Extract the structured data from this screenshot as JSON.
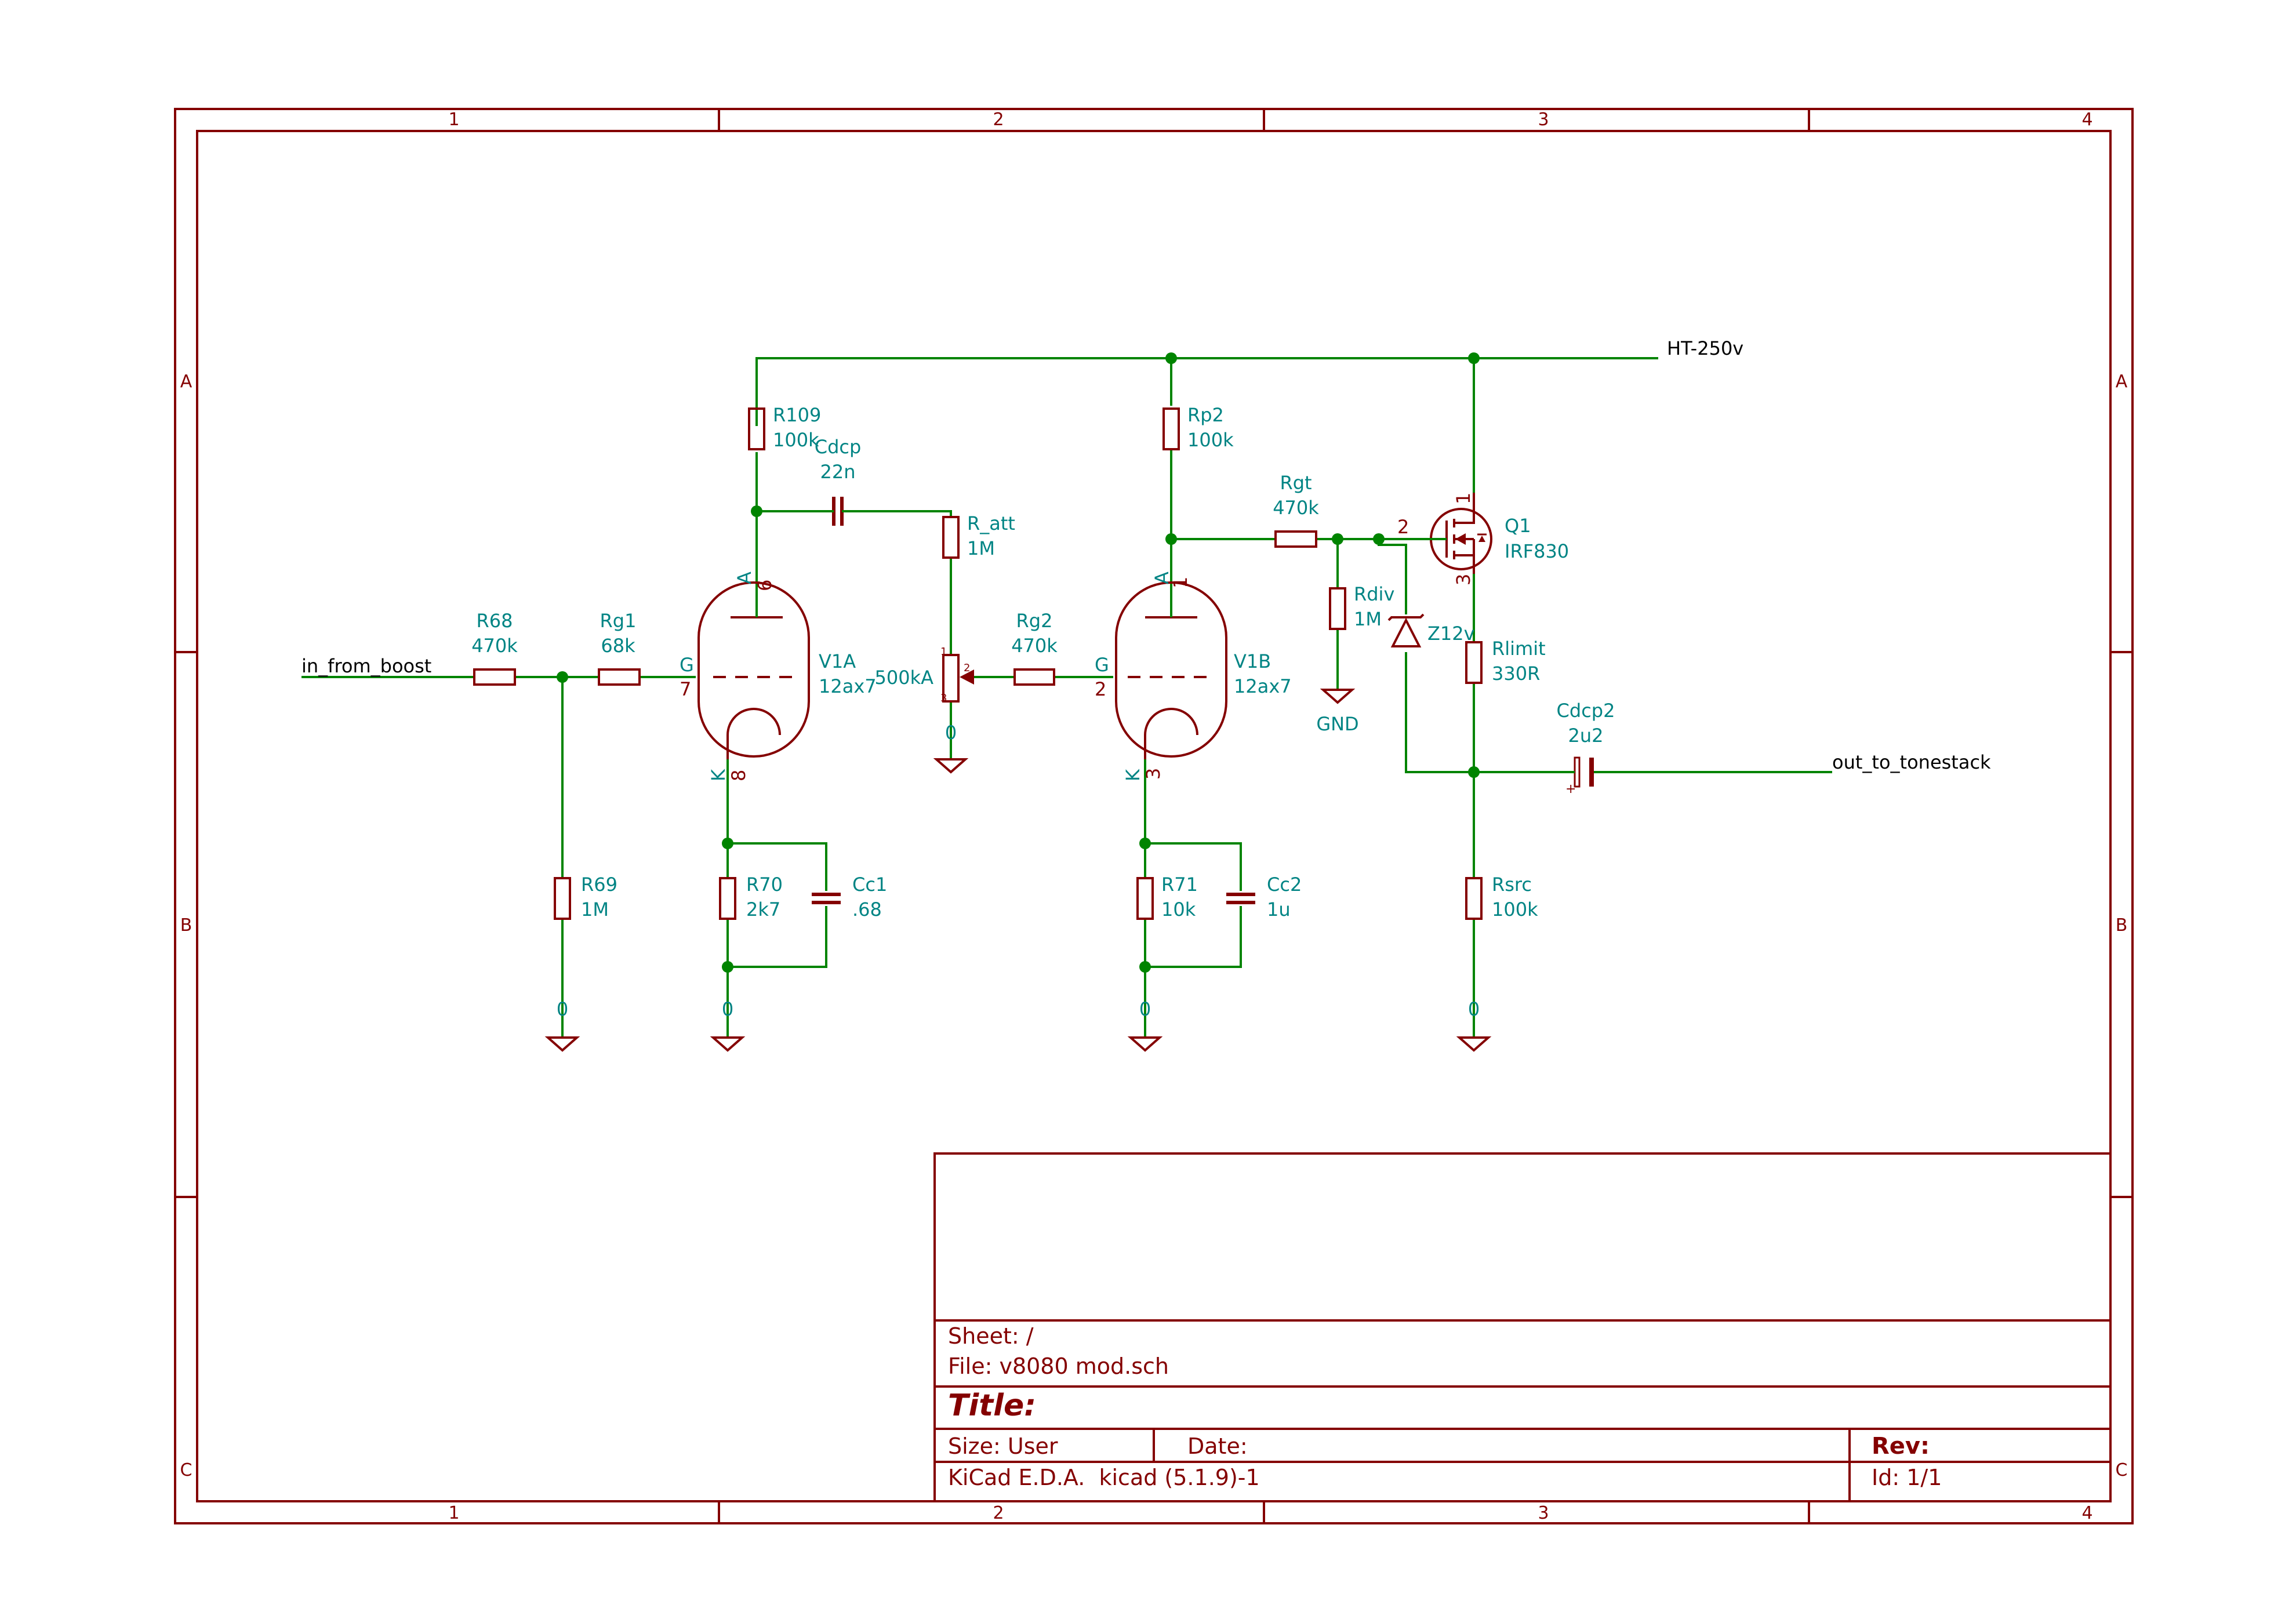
{
  "border": {
    "columns": [
      "1",
      "2",
      "3",
      "4"
    ],
    "rows": [
      "A",
      "B",
      "C"
    ]
  },
  "nets": {
    "input": "in_from_boost",
    "ht": "HT-250v",
    "output": "out_to_tonestack",
    "gnd": "GND",
    "zero": "0"
  },
  "components": {
    "R68": {
      "ref": "R68",
      "value": "470k"
    },
    "Rg1": {
      "ref": "Rg1",
      "value": "68k"
    },
    "R69": {
      "ref": "R69",
      "value": "1M"
    },
    "R109": {
      "ref": "R109",
      "value": "100k"
    },
    "Cdcp": {
      "ref": "Cdcp",
      "value": "22n"
    },
    "R_att": {
      "ref": "R_att",
      "value": "1M"
    },
    "pot": {
      "value": "500kA",
      "pin1": "1",
      "pin2": "2",
      "pin3": "3"
    },
    "V1A": {
      "ref": "V1A",
      "value": "12ax7",
      "pin_anode": "6",
      "pin_grid": "7",
      "pin_cathode": "8"
    },
    "R70": {
      "ref": "R70",
      "value": "2k7"
    },
    "Cc1": {
      "ref": "Cc1",
      "value": ".68"
    },
    "Rg2": {
      "ref": "Rg2",
      "value": "470k"
    },
    "V1B": {
      "ref": "V1B",
      "value": "12ax7",
      "pin_anode": "1",
      "pin_grid": "2",
      "pin_cathode": "3"
    },
    "R71": {
      "ref": "R71",
      "value": "10k"
    },
    "Cc2": {
      "ref": "Cc2",
      "value": "1u"
    },
    "Rp2": {
      "ref": "Rp2",
      "value": "100k"
    },
    "Rgt": {
      "ref": "Rgt",
      "value": "470k"
    },
    "Rdiv": {
      "ref": "Rdiv",
      "value": "1M"
    },
    "Z12v": {
      "ref": "Z12v"
    },
    "Q1": {
      "ref": "Q1",
      "value": "IRF830",
      "pin_g": "2",
      "pin_d": "1",
      "pin_s": "3"
    },
    "Rlimit": {
      "ref": "Rlimit",
      "value": "330R"
    },
    "Cdcp2": {
      "ref": "Cdcp2",
      "value": "2u2",
      "polarity": "+"
    },
    "Rsrc": {
      "ref": "Rsrc",
      "value": "100k"
    }
  },
  "tube_pins": {
    "anode": "A",
    "grid": "G",
    "cathode": "K"
  },
  "title_block": {
    "sheet": "Sheet: /",
    "file": "File: v8080 mod.sch",
    "title": "Title:",
    "size": "Size: User",
    "date": "Date:",
    "rev": "Rev:",
    "tool": "KiCad E.D.A.  kicad (5.1.9)-1",
    "id": "Id: 1/1"
  }
}
